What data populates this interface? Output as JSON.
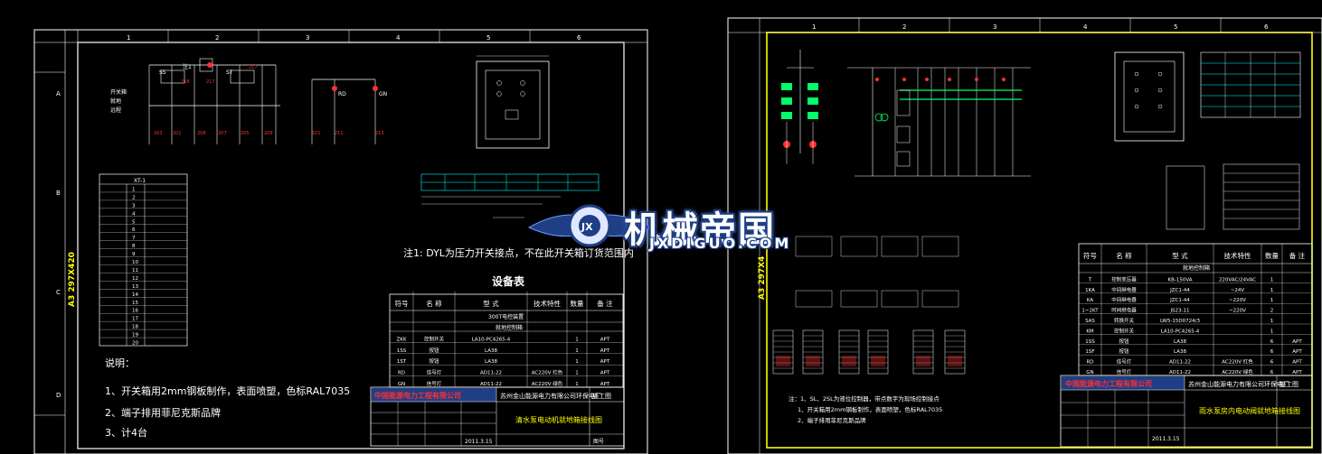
{
  "colors": {
    "frame": "#ffffff",
    "yellow": "#ffff00",
    "red": "#ff3030",
    "green": "#00ff66",
    "cyan": "#00ffff",
    "text": "#ffffff",
    "brand_blue": "#1f3e86"
  },
  "watermark": {
    "cn": "机械帝国",
    "en": "JXDIGUO.COM",
    "logo_text": "JX"
  },
  "left": {
    "frame_code": "A3 297X420",
    "col_nums": [
      "1",
      "2",
      "3",
      "4",
      "5",
      "6"
    ],
    "row_letters": [
      "A",
      "B",
      "C",
      "D"
    ],
    "note1": "注1: DYL为压力开关接点，不在此开关箱订货范围内",
    "device_table_title": "设备表",
    "device_headers": [
      "符号",
      "名  称",
      "型    式",
      "技术特性",
      "数量",
      "备  注"
    ],
    "device_section": "300T电控装置",
    "device_sub": "就地控制箱",
    "device_rows": [
      {
        "sym": "ZKK",
        "name": "控制开关",
        "model": "LA10-PC4265-4",
        "spec": "",
        "qty": "1",
        "note": "APT"
      },
      {
        "sym": "1SS",
        "name": "按钮",
        "model": "LA38",
        "spec": "",
        "qty": "1",
        "note": "APT"
      },
      {
        "sym": "1ST",
        "name": "按钮",
        "model": "LA38",
        "spec": "",
        "qty": "1",
        "note": "APT"
      },
      {
        "sym": "RD",
        "name": "信号灯",
        "model": "AD11-22",
        "spec": "AC220V 红色",
        "qty": "1",
        "note": "APT"
      },
      {
        "sym": "GN",
        "name": "信号灯",
        "model": "AD11-22",
        "spec": "AC220V 绿色",
        "qty": "1",
        "note": "APT"
      }
    ],
    "terminal_title": "XT-1",
    "terminal_rows": [
      "1",
      "2",
      "3",
      "4",
      "5",
      "6",
      "7",
      "8",
      "9",
      "10",
      "11",
      "12",
      "13",
      "14",
      "15",
      "16",
      "17",
      "18",
      "19",
      "20"
    ],
    "notes_title": "说明：",
    "notes": [
      "1、开关箱用2mm钢板制作，表面喷塑，色标RAL7035",
      "2、端子排用菲尼克斯品牌",
      "3、计4台"
    ],
    "company": "中国能源电力工程有限公司",
    "client": "苏州金山能源电力有限公司环保电厂",
    "stage": "施工图",
    "drawing_title": "清水泵电动机就地箱接线图",
    "date": "2011.3.15",
    "sheet_label": "图号"
  },
  "right": {
    "frame_code": "A3 297X4",
    "col_nums": [
      "1",
      "2",
      "3",
      "4",
      "5",
      "6"
    ],
    "device_headers": [
      "符号",
      "名  称",
      "型    式",
      "技术特性",
      "数量",
      "备  注"
    ],
    "device_sub": "就地控制箱",
    "device_rows": [
      {
        "sym": "T",
        "name": "控制变压器",
        "model": "KB-150VA",
        "spec": "220VAC/24VAC",
        "qty": "1",
        "note": ""
      },
      {
        "sym": "1KA",
        "name": "中间继电器",
        "model": "JZC1-44",
        "spec": "~24V",
        "qty": "1",
        "note": ""
      },
      {
        "sym": "KA",
        "name": "中间继电器",
        "model": "JZC1-44",
        "spec": "~220V",
        "qty": "1",
        "note": ""
      },
      {
        "sym": "1~2KT",
        "name": "时间继电器",
        "model": "JS23-11",
        "spec": "~220V",
        "qty": "2",
        "note": ""
      },
      {
        "sym": "SAS",
        "name": "转换开关",
        "model": "LW5-15D0724/3",
        "spec": "",
        "qty": "1",
        "note": ""
      },
      {
        "sym": "KM",
        "name": "控制开关",
        "model": "LA10-PC4265-4",
        "spec": "",
        "qty": "1",
        "note": ""
      },
      {
        "sym": "1SS",
        "name": "按钮",
        "model": "LA38",
        "spec": "",
        "qty": "6",
        "note": "APT"
      },
      {
        "sym": "1SF",
        "name": "按钮",
        "model": "LA38",
        "spec": "",
        "qty": "6",
        "note": "APT"
      },
      {
        "sym": "RD",
        "name": "信号灯",
        "model": "AD11-22",
        "spec": "AC220V 红色",
        "qty": "6",
        "note": "APT"
      },
      {
        "sym": "GN",
        "name": "信号灯",
        "model": "AD11-22",
        "spec": "AC220V 绿色",
        "qty": "6",
        "note": "APT"
      }
    ],
    "notes": [
      "注：1、SL、2SL为液位控制器，带点数字为现场控制接点",
      "1、开关箱用2mm钢板制作，表面喷塑，色标RAL7035",
      "2、端子排用菲尼克斯品牌"
    ],
    "company": "中国能源电力工程有限公司",
    "client": "苏州金山能源电力有限公司环保电厂",
    "stage": "施工图",
    "drawing_title": "雨水泵房内电动阀就地箱接线图",
    "date": "2011.3.15"
  }
}
